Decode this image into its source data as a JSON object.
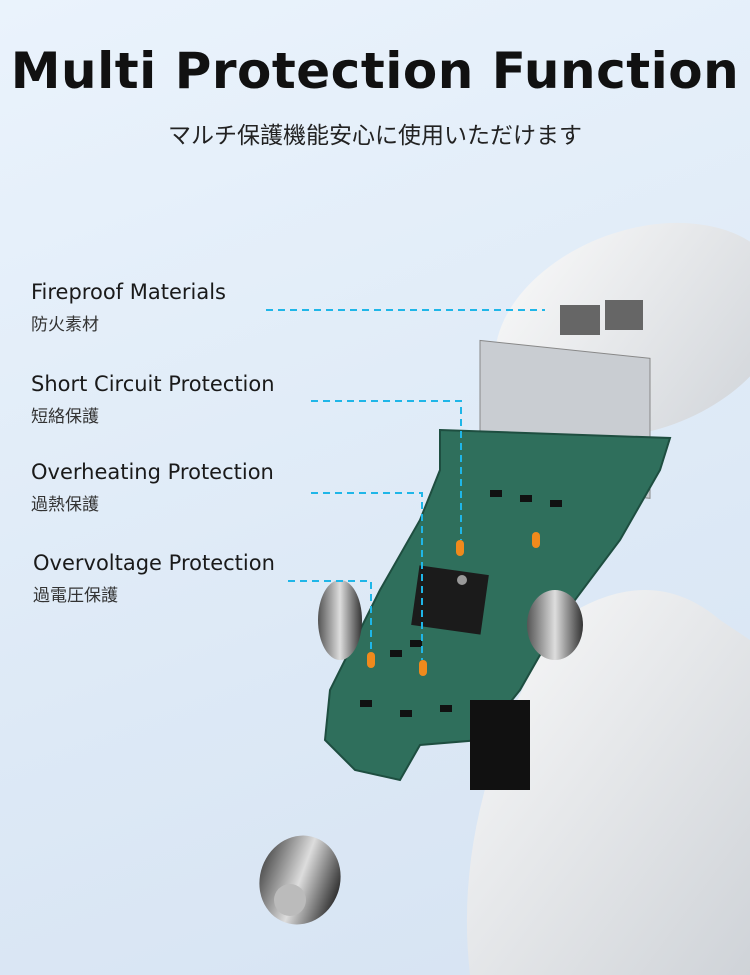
{
  "header": {
    "title": "Multi Protection Function",
    "subtitle": "マルチ保護機能安心に使用いただけます"
  },
  "features": [
    {
      "en": "Fireproof Materials",
      "jp": "防火素材"
    },
    {
      "en": "Short Circuit Protection",
      "jp": "短絡保護"
    },
    {
      "en": "Overheating Protection",
      "jp": "過熱保護"
    },
    {
      "en": "Overvoltage Protection",
      "jp": "過電圧保護"
    }
  ],
  "colors": {
    "leader": "#1fb6e8",
    "pcb": "#2f6f5c",
    "highlight": "#f08a1c"
  }
}
